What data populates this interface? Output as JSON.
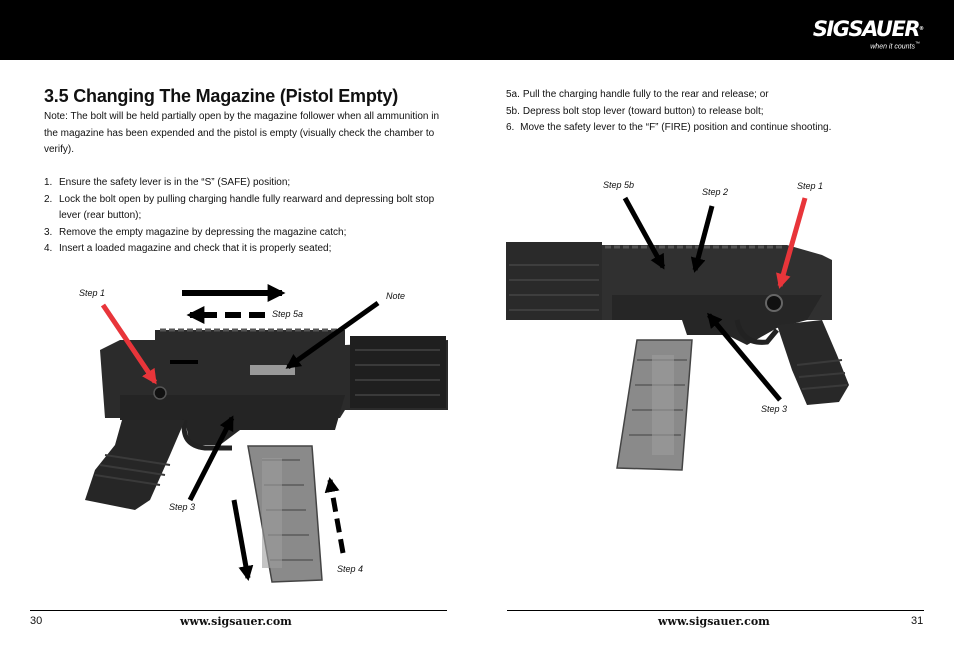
{
  "header": {
    "logo_text": "SIGSAUER",
    "logo_mark": "®",
    "tagline": "when it counts",
    "tagline_mark": "™"
  },
  "left": {
    "title": "3.5 Changing The Magazine (Pistol Empty)",
    "note": "Note: The bolt will be held partially open by the magazine follower when all ammunition in the magazine has been expended and the pistol is empty (visually check the chamber to verify).",
    "steps": [
      {
        "num": "1.",
        "text": "Ensure the safety lever is in the “S” (SAFE) position;"
      },
      {
        "num": "2.",
        "text": "Lock the bolt open by pulling charging handle fully  rearward and depressing bolt stop lever (rear button);"
      },
      {
        "num": "3.",
        "text": "Remove the empty magazine by depressing the magazine catch;"
      },
      {
        "num": "4.",
        "text": "Insert a loaded magazine and check that it is properly seated;"
      }
    ],
    "figure_labels": {
      "step1": "Step 1",
      "step5a": "Step 5a",
      "note": "Note",
      "step3": "Step 3",
      "step4": "Step 4"
    }
  },
  "right": {
    "steps": [
      {
        "num": "5a.",
        "text": "Pull the charging handle fully to the rear and release; or"
      },
      {
        "num": "5b.",
        "text": "Depress bolt stop lever (toward button) to release bolt;"
      },
      {
        "num": "6.",
        "text": " Move the safety lever to the “F” (FIRE) position and continue shooting."
      }
    ],
    "figure_labels": {
      "step5b": "Step 5b",
      "step2": "Step 2",
      "step1": "Step 1",
      "step3": "Step 3"
    }
  },
  "footer": {
    "left_page": "30",
    "right_page": "31",
    "url_left": "www.sigsauer.com",
    "url_right": "www.sigsauer.com"
  },
  "colors": {
    "header_bg": "#000000",
    "arrow_red": "#e8353a",
    "arrow_black": "#000000",
    "magazine": "#8a8a8a"
  }
}
